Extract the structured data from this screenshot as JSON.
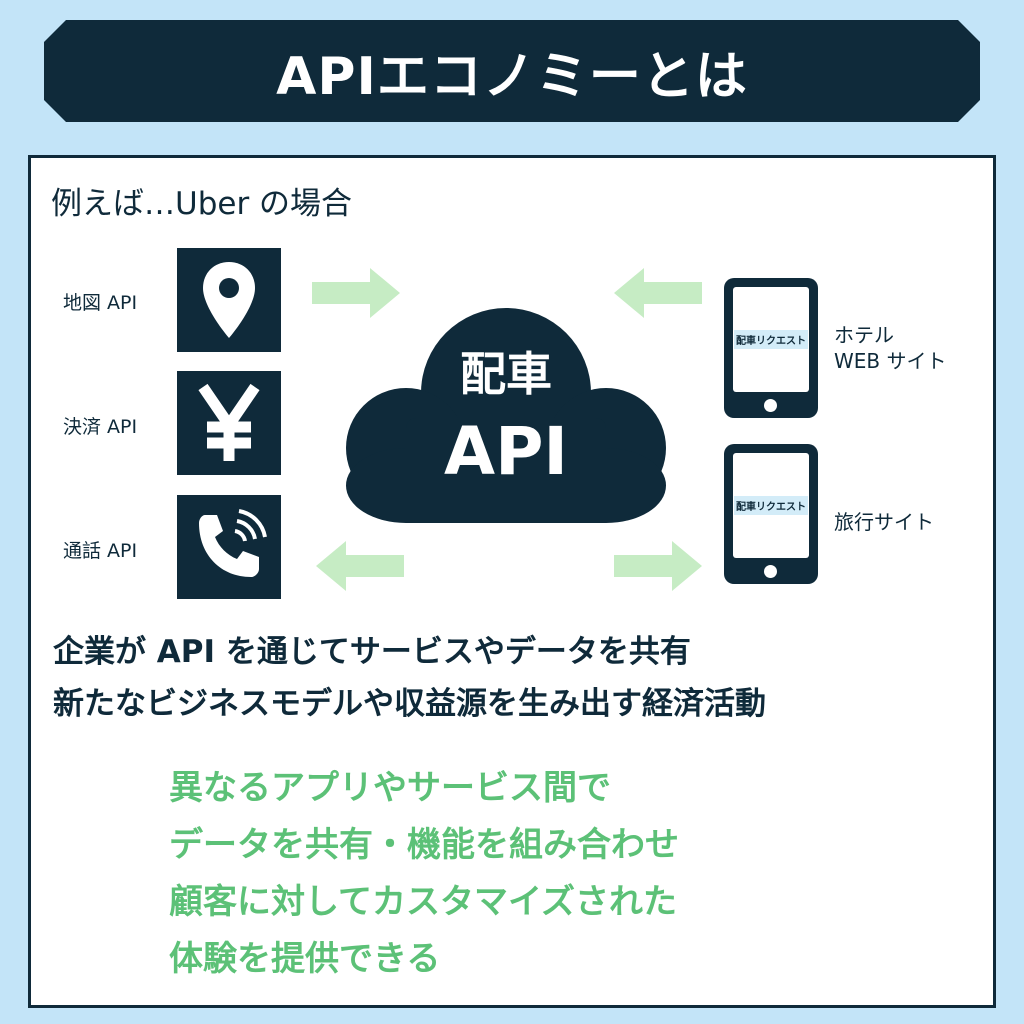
{
  "title": "APIエコノミーとは",
  "subtitle": "例えば…Uber の場合",
  "left_apis": [
    {
      "label": "地図 API",
      "icon": "map-pin-icon"
    },
    {
      "label": "決済 API",
      "icon": "yen-icon"
    },
    {
      "label": "通話 API",
      "icon": "phone-call-icon"
    }
  ],
  "center": {
    "line1": "配車",
    "line2": "API"
  },
  "right_sites": [
    {
      "label1": "ホテル",
      "label2": "WEB サイト",
      "screen": "配車リクエスト"
    },
    {
      "label1": "旅行サイト",
      "screen": "配車リクエスト"
    }
  ],
  "description": [
    "企業が API を通じてサービスやデータを共有",
    "新たなビジネスモデルや収益源を生み出す経済活動"
  ],
  "benefits": [
    "異なるアプリやサービス間で",
    "データを共有・機能を組み合わせ",
    "顧客に対してカスタマイズされた",
    "体験を提供できる"
  ],
  "colors": {
    "background": "#c3e4f8",
    "dark": "#0f2a3a",
    "green_text": "#5cc177",
    "arrow": "#c6ecc4"
  }
}
